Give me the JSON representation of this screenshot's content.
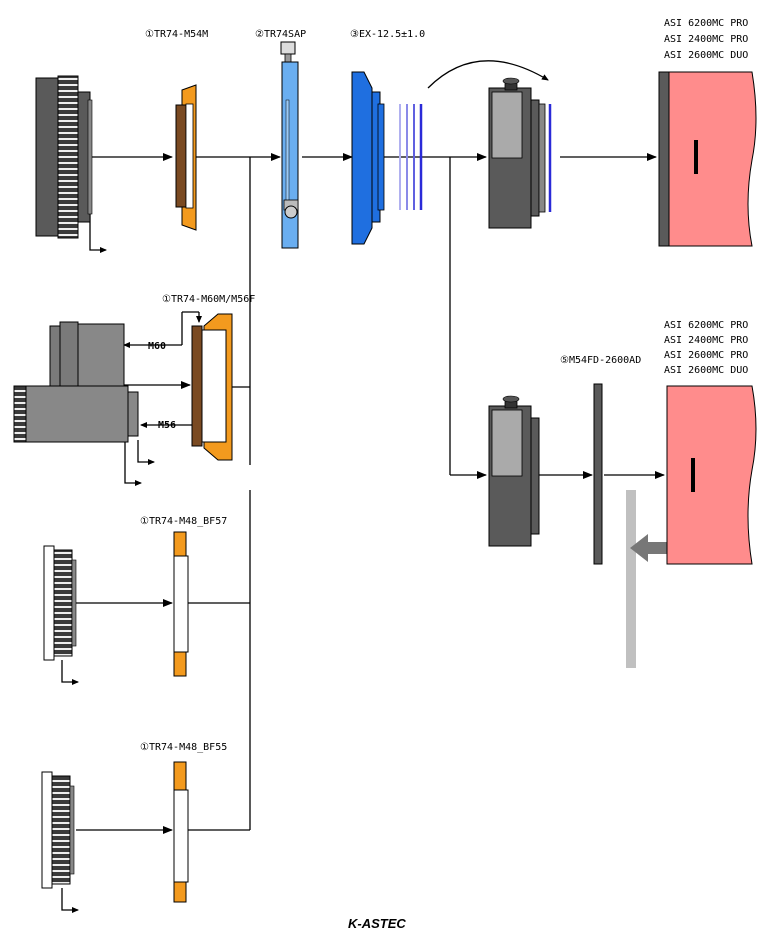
{
  "labels": {
    "tr74_m54m": "①TR74-M54M",
    "tr74sap": "②TR74SAP",
    "ex_spacer": "③EX-12.5±1.0",
    "tr74_m60m_m56f": "①TR74-M60M/M56F",
    "m60": "M60",
    "m56": "M56",
    "tr74_m48_bf57": "①TR74-M48_BF57",
    "tr74_m48_bf55": "①TR74-M48_BF55",
    "m54fd": "⑤M54FD-2600AD",
    "brand": "K-ASTEC"
  },
  "cameras_top": [
    "ASI 6200MC PRO",
    "ASI 2400MC PRO",
    "ASI 2600MC DUO"
  ],
  "cameras_bottom": [
    "ASI 6200MC PRO",
    "ASI 2400MC PRO",
    "ASI 2600MC PRO",
    "ASI 2600MC DUO"
  ],
  "colors": {
    "adapter_orange": "#f39a1e",
    "adapter_brown": "#7a4a22",
    "sap_blue": "#6aaef0",
    "ex_blue": "#1f6fe0",
    "camera_pink": "#ff8c8c",
    "gray_dark": "#5a5a5a",
    "gray_mid": "#888888",
    "filter_blue": "#2a2ad8"
  }
}
